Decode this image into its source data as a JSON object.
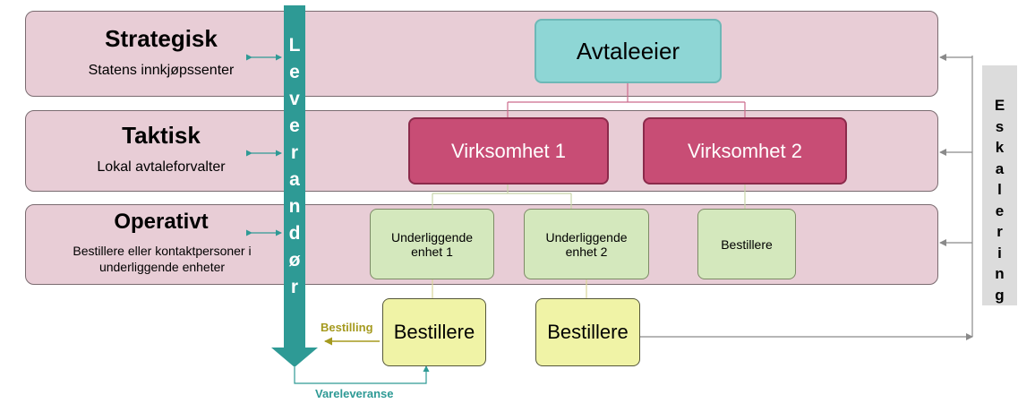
{
  "bands": [
    {
      "title": "Strategisk",
      "subtitle": "Statens innkjøpssenter"
    },
    {
      "title": "Taktisk",
      "subtitle": "Lokal avtaleforvalter"
    },
    {
      "title": "Operativt",
      "subtitle_line1": "Bestillere eller kontaktpersoner i",
      "subtitle_line2": "underliggende enheter"
    }
  ],
  "leverandor_letters": [
    "L",
    "e",
    "v",
    "e",
    "r",
    "a",
    "n",
    "d",
    "ø",
    "r"
  ],
  "eskalering_letters": [
    "E",
    "s",
    "k",
    "a",
    "l",
    "e",
    "r",
    "i",
    "n",
    "g"
  ],
  "nodes": {
    "avtaleeier": "Avtaleeier",
    "virksomhet1": "Virksomhet 1",
    "virksomhet2": "Virksomhet 2",
    "underliggende1_line1": "Underliggende",
    "underliggende1_line2": "enhet 1",
    "underliggende2_line1": "Underliggende",
    "underliggende2_line2": "enhet 2",
    "bestillere_green": "Bestillere",
    "bestillere_yellow1": "Bestillere",
    "bestillere_yellow2": "Bestillere"
  },
  "labels": {
    "bestilling": "Bestilling",
    "vareleveranse": "Vareleveranse"
  },
  "colors": {
    "band": "#e8cdd6",
    "teal_node": "#8ed6d5",
    "crimson_node": "#c84d75",
    "green_node": "#d4e8bd",
    "yellow_node": "#f0f3a6",
    "arrow_teal": "#2e9a95",
    "bestilling_text": "#a59a1f",
    "vareleveranse_text": "#2e9a95",
    "eskalering_bg": "#dcdcdc"
  }
}
